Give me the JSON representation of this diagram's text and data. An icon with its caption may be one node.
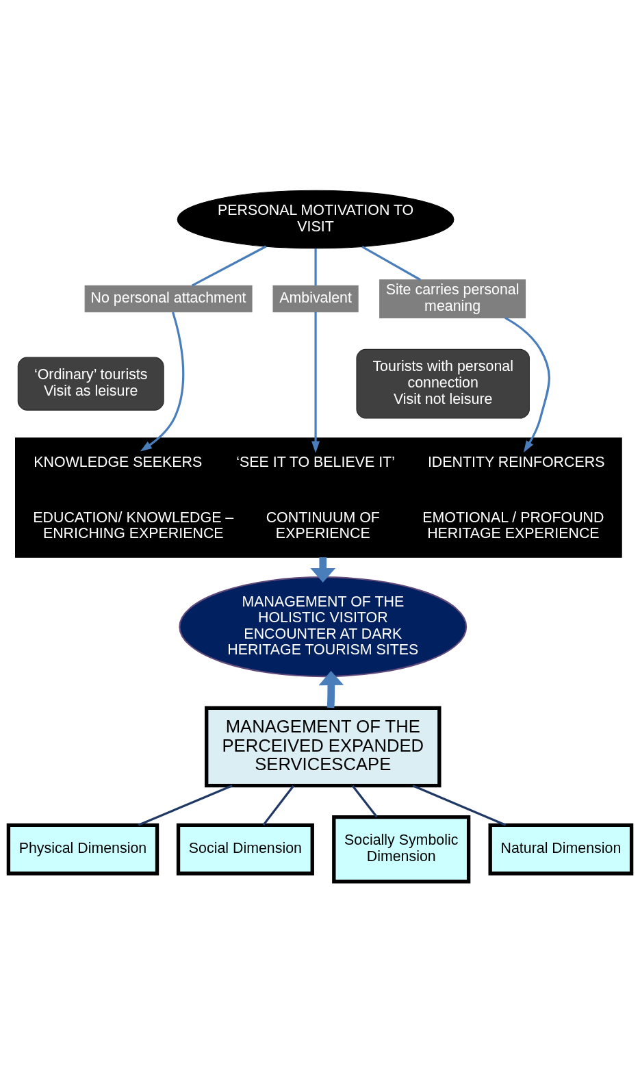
{
  "diagram": {
    "nodes": [
      {
        "text": [
          "PERSONAL MOTIVATION TO VISIT"
        ]
      },
      {
        "text": [
          "No personal attachment"
        ]
      },
      {
        "text": [
          "Ambivalent"
        ]
      },
      {
        "text": [
          "Site carries personal meaning"
        ]
      },
      {
        "text": [
          "‘Ordinary’ tourists",
          "Visit as leisure"
        ]
      },
      {
        "text": [
          "Tourists with personal connection",
          "Visit not leisure"
        ]
      },
      {
        "text": [],
        "shape": "band"
      },
      {
        "text": [
          "KNOWLEDGE SEEKERS"
        ],
        "in": 6
      },
      {
        "text": [
          "‘SEE IT TO BELIEVE IT’"
        ],
        "in": 6
      },
      {
        "text": [
          "IDENTITY REINFORCERS"
        ],
        "in": 6
      },
      {
        "text": [
          "EDUCATION/ KNOWLEDGE – ENRICHING EXPERIENCE"
        ],
        "in": 6
      },
      {
        "text": [
          "CONTINUUM OF EXPERIENCE"
        ],
        "in": 6
      },
      {
        "text": [
          "EMOTIONAL / PROFOUND HERITAGE EXPERIENCE"
        ],
        "in": 6
      },
      {
        "text": [
          "MANAGEMENT OF THE HOLISTIC VISITOR ENCOUNTER AT DARK HERITAGE TOURISM SITES"
        ]
      },
      {
        "text": [
          "MANAGEMENT OF THE PERCEIVED EXPANDED SERVICESCAPE"
        ]
      },
      {
        "text": [
          "Physical Dimension"
        ]
      },
      {
        "text": [
          "Social Dimension"
        ]
      },
      {
        "text": [
          "Socially Symbolic Dimension"
        ]
      },
      {
        "text": [
          "Natural Dimension"
        ]
      }
    ],
    "edges": [
      {
        "from": 0,
        "to": 1,
        "arrow": "none"
      },
      {
        "from": 0,
        "to": 2,
        "arrow": "none"
      },
      {
        "from": 0,
        "to": 3,
        "arrow": "none"
      },
      {
        "from": 1,
        "to": 7,
        "arrow": "to"
      },
      {
        "from": 2,
        "to": 8,
        "arrow": "to"
      },
      {
        "from": 3,
        "to": 9,
        "arrow": "to"
      },
      {
        "from": 6,
        "to": 13,
        "arrow": "to",
        "style": "thick"
      },
      {
        "from": 14,
        "to": 13,
        "arrow": "to",
        "style": "thick"
      },
      {
        "from": 14,
        "to": 15,
        "arrow": "none",
        "color": "#1f3864"
      },
      {
        "from": 14,
        "to": 16,
        "arrow": "none",
        "color": "#1f3864"
      },
      {
        "from": 14,
        "to": 17,
        "arrow": "none",
        "color": "#1f3864"
      },
      {
        "from": 14,
        "to": 18,
        "arrow": "none",
        "color": "#1f3864"
      }
    ]
  }
}
